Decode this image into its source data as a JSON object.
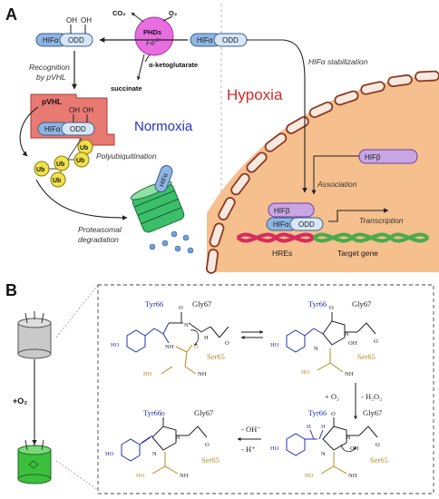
{
  "panels": {
    "a": "A",
    "b": "B"
  },
  "molecules": {
    "hif_alpha": "HIFα",
    "odd": "ODD",
    "oh": "OH",
    "phds": "PHDs",
    "fe": "Fe",
    "fe_charge": "2+",
    "pvhl": "pVHL",
    "ub": "Ub",
    "hif_beta": "HIFβ"
  },
  "metabolites": {
    "co2": "CO₂",
    "o2": "O₂",
    "alpha_kg": "α-ketoglutarate",
    "succinate": "succinate"
  },
  "labels": {
    "recognition": "Recognition",
    "by_pvhl": "by pVHL",
    "polyubiquitination": "Polyubiquitination",
    "proteasomal": "Proteasomal",
    "degradation": "degradation",
    "normoxia": "Normoxia",
    "hypoxia": "Hypoxia",
    "stabilization": "HIFα stabilization",
    "association": "Association",
    "transcription": "Transcription",
    "hres": "HREs",
    "target_gene": "Target gene"
  },
  "panel_b": {
    "plus_o2": "+O₂",
    "o2_step": "+ O₂",
    "h2o2_step": "- H₂O₂",
    "oh_minus": "- OH⁻",
    "h_plus": "- H⁺",
    "tyr66": "Tyr66",
    "gly67": "Gly67",
    "ser65": "Ser65",
    "ho": "HO",
    "o": "O",
    "n": "N",
    "h": "H",
    "nh": "NH",
    "oh": "OH"
  },
  "colors": {
    "hif_box": "#8fb6e3",
    "odd_box": "#d7e7f7",
    "phds": "#e86ee0",
    "pvhl": "#e87a72",
    "ub": "#f0e24a",
    "proteasome": "#3cbf6a",
    "nucleus": "#f6bf8e",
    "hif_beta": "#c9a6e4",
    "normoxia_text": "#2a2ed0",
    "hypoxia_text": "#d42a2a",
    "tyr": "#2530b8",
    "ser": "#b88818"
  }
}
